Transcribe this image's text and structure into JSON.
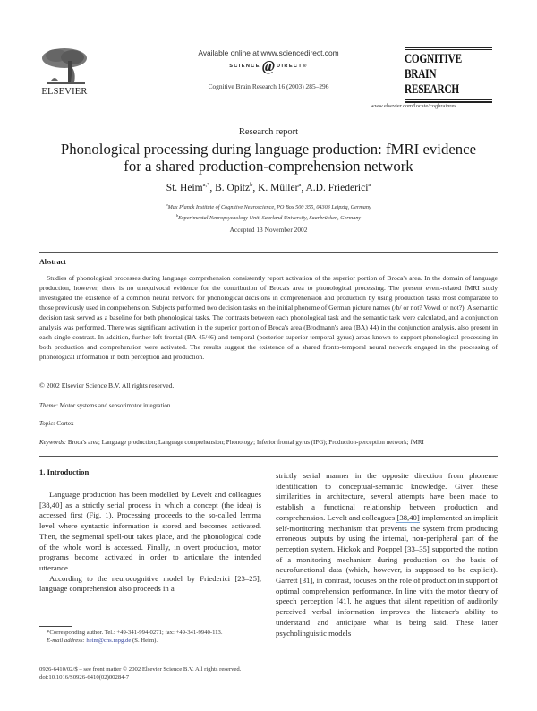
{
  "header": {
    "publisher_logo_text": "ELSEVIER",
    "sciencedirect": {
      "available_online": "Available online at www.sciencedirect.com",
      "mark_left": "SCIENCE",
      "mark_at": "@",
      "mark_right": "DIRECT®"
    },
    "journal_citation": "Cognitive Brain Research 16 (2003) 285–296",
    "journal_logo": {
      "line1": "COGNITIVE",
      "line2": "BRAIN",
      "line3": "RESEARCH"
    },
    "journal_url": "www.elsevier.com/locate/cogbrainres"
  },
  "article": {
    "type": "Research report",
    "title_line1": "Phonological processing during language production: fMRI evidence",
    "title_line2": "for a shared production-comprehension network",
    "authors": [
      {
        "name": "St. Heim",
        "sup": "a,*",
        "sep": ", "
      },
      {
        "name": "B. Opitz",
        "sup": "b",
        "sep": ", "
      },
      {
        "name": "K. Müller",
        "sup": "a",
        "sep": ", "
      },
      {
        "name": "A.D. Friederici",
        "sup": "a",
        "sep": ""
      }
    ],
    "affiliations": [
      {
        "sup": "a",
        "text": "Max Planck Institute of Cognitive Neuroscience, PO Box 500 355, 04303 Leipzig, Germany"
      },
      {
        "sup": "b",
        "text": "Experimental Neuropsychology Unit, Saarland University, Saarbrücken, Germany"
      }
    ],
    "accepted": "Accepted 13 November 2002"
  },
  "abstract": {
    "heading": "Abstract",
    "body": "Studies of phonological processes during language comprehension consistently report activation of the superior portion of Broca's area. In the domain of language production, however, there is no unequivocal evidence for the contribution of Broca's area to phonological processing. The present event-related fMRI study investigated the existence of a common neural network for phonological decisions in comprehension and production by using production tasks most comparable to those previously used in comprehension. Subjects performed two decision tasks on the initial phoneme of German picture names (/b/ or not? Vowel or not?). A semantic decision task served as a baseline for both phonological tasks. The contrasts between each phonological task and the semantic task were calculated, and a conjunction analysis was performed. There was significant activation in the superior portion of Broca's area (Brodmann's area (BA) 44) in the conjunction analysis, also present in each single contrast. In addition, further left frontal (BA 45/46) and temporal (posterior superior temporal gyrus) areas known to support phonological processing in both production and comprehension were activated. The results suggest the existence of a shared fronto-temporal neural network engaged in the processing of phonological information in both perception and production.",
    "copyright": "© 2002 Elsevier Science B.V. All rights reserved.",
    "theme_label": "Theme:",
    "theme_value": "Motor systems and sensorimotor integration",
    "topic_label": "Topic:",
    "topic_value": "Cortex",
    "keywords_label": "Keywords:",
    "keywords_value": "Broca's area; Language production; Language comprehension; Phonology; Inferior frontal gyrus (IFG); Production-perception network; fMRI"
  },
  "introduction": {
    "heading": "1. Introduction",
    "left_p1_a": "Language production has been modelled by Levelt and colleagues ",
    "left_p1_cite": "[38,40]",
    "left_p1_b": " as a strictly serial process in which a concept (the idea) is accessed first (Fig. 1). Processing proceeds to the so-called lemma level where syntactic information is stored and becomes activated. Then, the segmental spell-out takes place, and the phonological code of the whole word is accessed. Finally, in overt production, motor programs become activated in order to articulate the intended utterance.",
    "left_p2": "According to the neurocognitive model by Friederici [23–25], language comprehension also proceeds in a",
    "right_p1_a": "strictly serial manner in the opposite direction from phoneme identification to conceptual-semantic knowledge. Given these similarities in architecture, several attempts have been made to establish a functional relationship between production and comprehension. Levelt and colleagues ",
    "right_p1_cite": "[38,40]",
    "right_p1_b": " implemented an implicit self-monitoring mechanism that prevents the system from producing erroneous outputs by using the internal, non-peripheral part of the perception system. Hickok and Poeppel [33–35] supported the notion of a monitoring mechanism during production on the basis of neurofunctional data (which, however, is supposed to be explicit). Garrett [31], in contrast, focuses on the role of production in support of optimal comprehension performance. In line with the motor theory of speech perception [41], he argues that silent repetition of auditorily perceived verbal information improves the listener's ability to understand and anticipate what is being said. These latter psycholinguistic models"
  },
  "footnotes": {
    "corresponding": "*Corresponding author. Tel.: +49-341-994-0271; fax: +49-341-9940-113.",
    "email_label": "E-mail address:",
    "email": "heim@cns.mpg.de",
    "email_suffix": " (S. Heim).",
    "front_matter": "0926-6410/02/$ – see front matter   © 2002 Elsevier Science B.V. All rights reserved.",
    "doi": "doi:10.1016/S0926-6410(02)00284-7"
  }
}
